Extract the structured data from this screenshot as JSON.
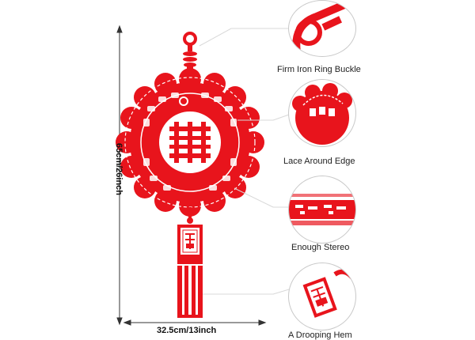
{
  "dimensions": {
    "height_label": "65cm/26inch",
    "width_label": "32.5cm/13inch"
  },
  "features": [
    {
      "label": "Firm Iron Ring Buckle"
    },
    {
      "label": "Lace Around Edge"
    },
    {
      "label": "Enough Stereo"
    },
    {
      "label": "A Drooping Hem"
    }
  ],
  "colors": {
    "ornament_red": "#e8141c",
    "leader_line": "#d8d8d8",
    "dimension_line": "#333333"
  }
}
